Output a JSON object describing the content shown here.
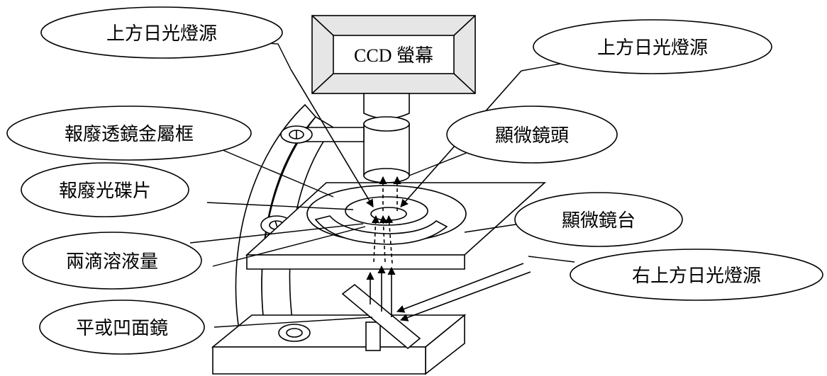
{
  "labels": {
    "top_light_left": "上方日光燈源",
    "ccd_screen": "CCD 螢幕",
    "top_light_right": "上方日光燈源",
    "lens_frame": "報廢透鏡金屬框",
    "objective": "顯微鏡頭",
    "disc": "報廢光碟片",
    "stage": "顯微鏡台",
    "droplets": "兩滴溶液量",
    "right_light": "右上方日光燈源",
    "mirror": "平或凹面鏡"
  }
}
